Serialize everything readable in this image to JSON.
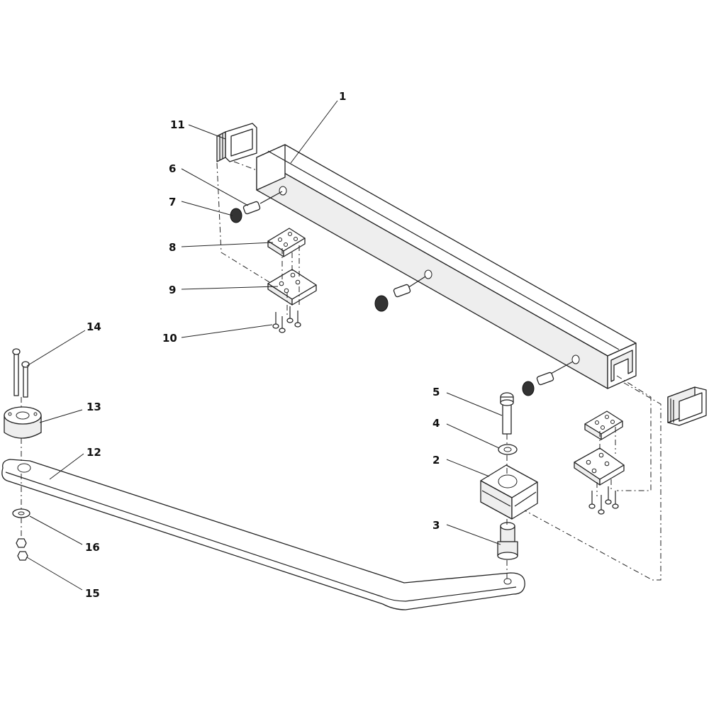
{
  "callouts": [
    {
      "id": "1",
      "label": "1"
    },
    {
      "id": "2",
      "label": "2"
    },
    {
      "id": "3",
      "label": "3"
    },
    {
      "id": "4",
      "label": "4"
    },
    {
      "id": "5",
      "label": "5"
    },
    {
      "id": "6",
      "label": "6"
    },
    {
      "id": "7",
      "label": "7"
    },
    {
      "id": "8",
      "label": "8"
    },
    {
      "id": "9",
      "label": "9"
    },
    {
      "id": "10",
      "label": "10"
    },
    {
      "id": "11",
      "label": "11"
    },
    {
      "id": "12",
      "label": "12"
    },
    {
      "id": "13",
      "label": "13"
    },
    {
      "id": "14",
      "label": "14"
    },
    {
      "id": "15",
      "label": "15"
    },
    {
      "id": "16",
      "label": "16"
    }
  ]
}
